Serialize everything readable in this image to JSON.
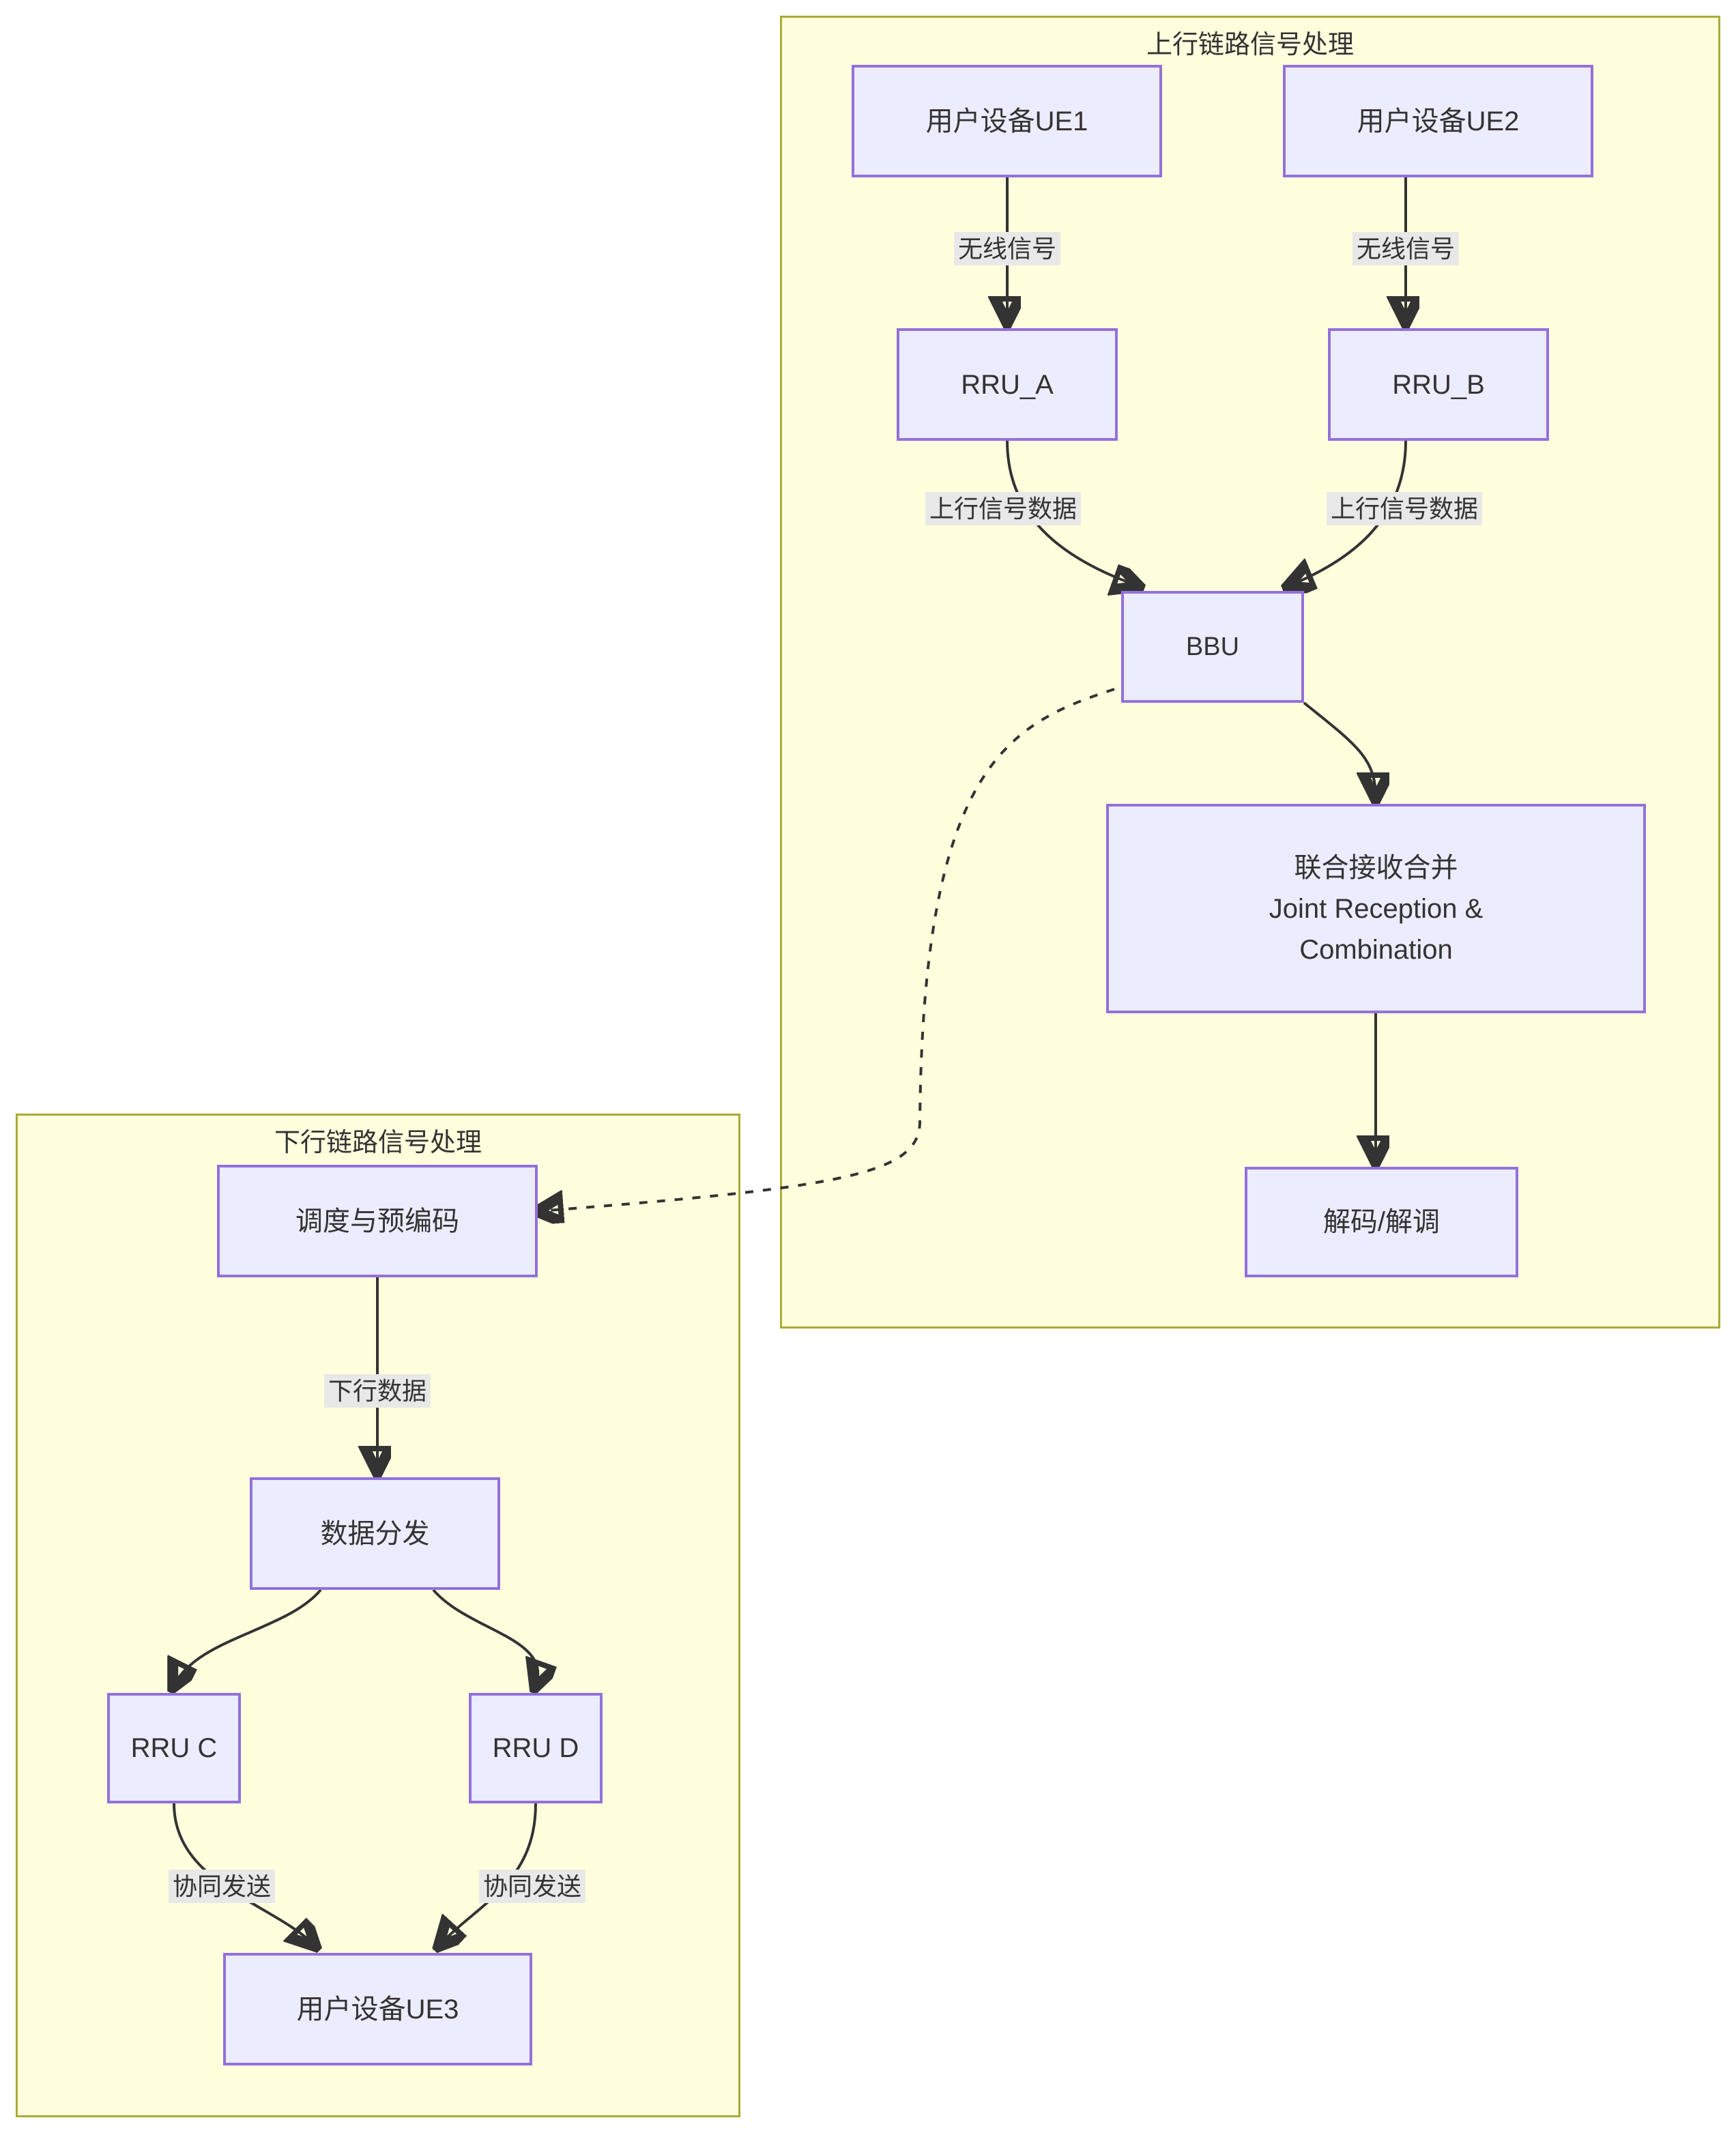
{
  "diagram": {
    "type": "flowchart",
    "subgraphs": [
      {
        "id": "uplink",
        "title": "上行链路信号处理"
      },
      {
        "id": "downlink",
        "title": "下行链路信号处理"
      }
    ],
    "nodes": {
      "ue1": {
        "label": "用户设备UE1"
      },
      "ue2": {
        "label": "用户设备UE2"
      },
      "rru_a": {
        "label": "RRU_A"
      },
      "rru_b": {
        "label": "RRU_B"
      },
      "bbu": {
        "label": "BBU"
      },
      "joint": {
        "line1": "联合接收合并",
        "line2": "Joint Reception &",
        "line3": "Combination"
      },
      "decode": {
        "label": "解码/解调"
      },
      "sched": {
        "label": "调度与预编码"
      },
      "distrib": {
        "label": "数据分发"
      },
      "rru_c": {
        "label": "RRU C"
      },
      "rru_d": {
        "label": "RRU D"
      },
      "ue3": {
        "label": "用户设备UE3"
      }
    },
    "edge_labels": {
      "ue1_rru_a": "无线信号",
      "ue2_rru_b": "无线信号",
      "rru_a_bbu": "上行信号数据",
      "rru_b_bbu": "上行信号数据",
      "sched_distrib": "下行数据",
      "rru_c_ue3": "协同发送",
      "rru_d_ue3": "协同发送"
    },
    "colors": {
      "subgraph_fill": "#ffffde",
      "subgraph_stroke": "#aaaa33",
      "node_fill": "#ececff",
      "node_stroke": "#9370db",
      "edge_stroke": "#333333",
      "label_bg": "#e8e8e8",
      "text": "#333333"
    }
  }
}
